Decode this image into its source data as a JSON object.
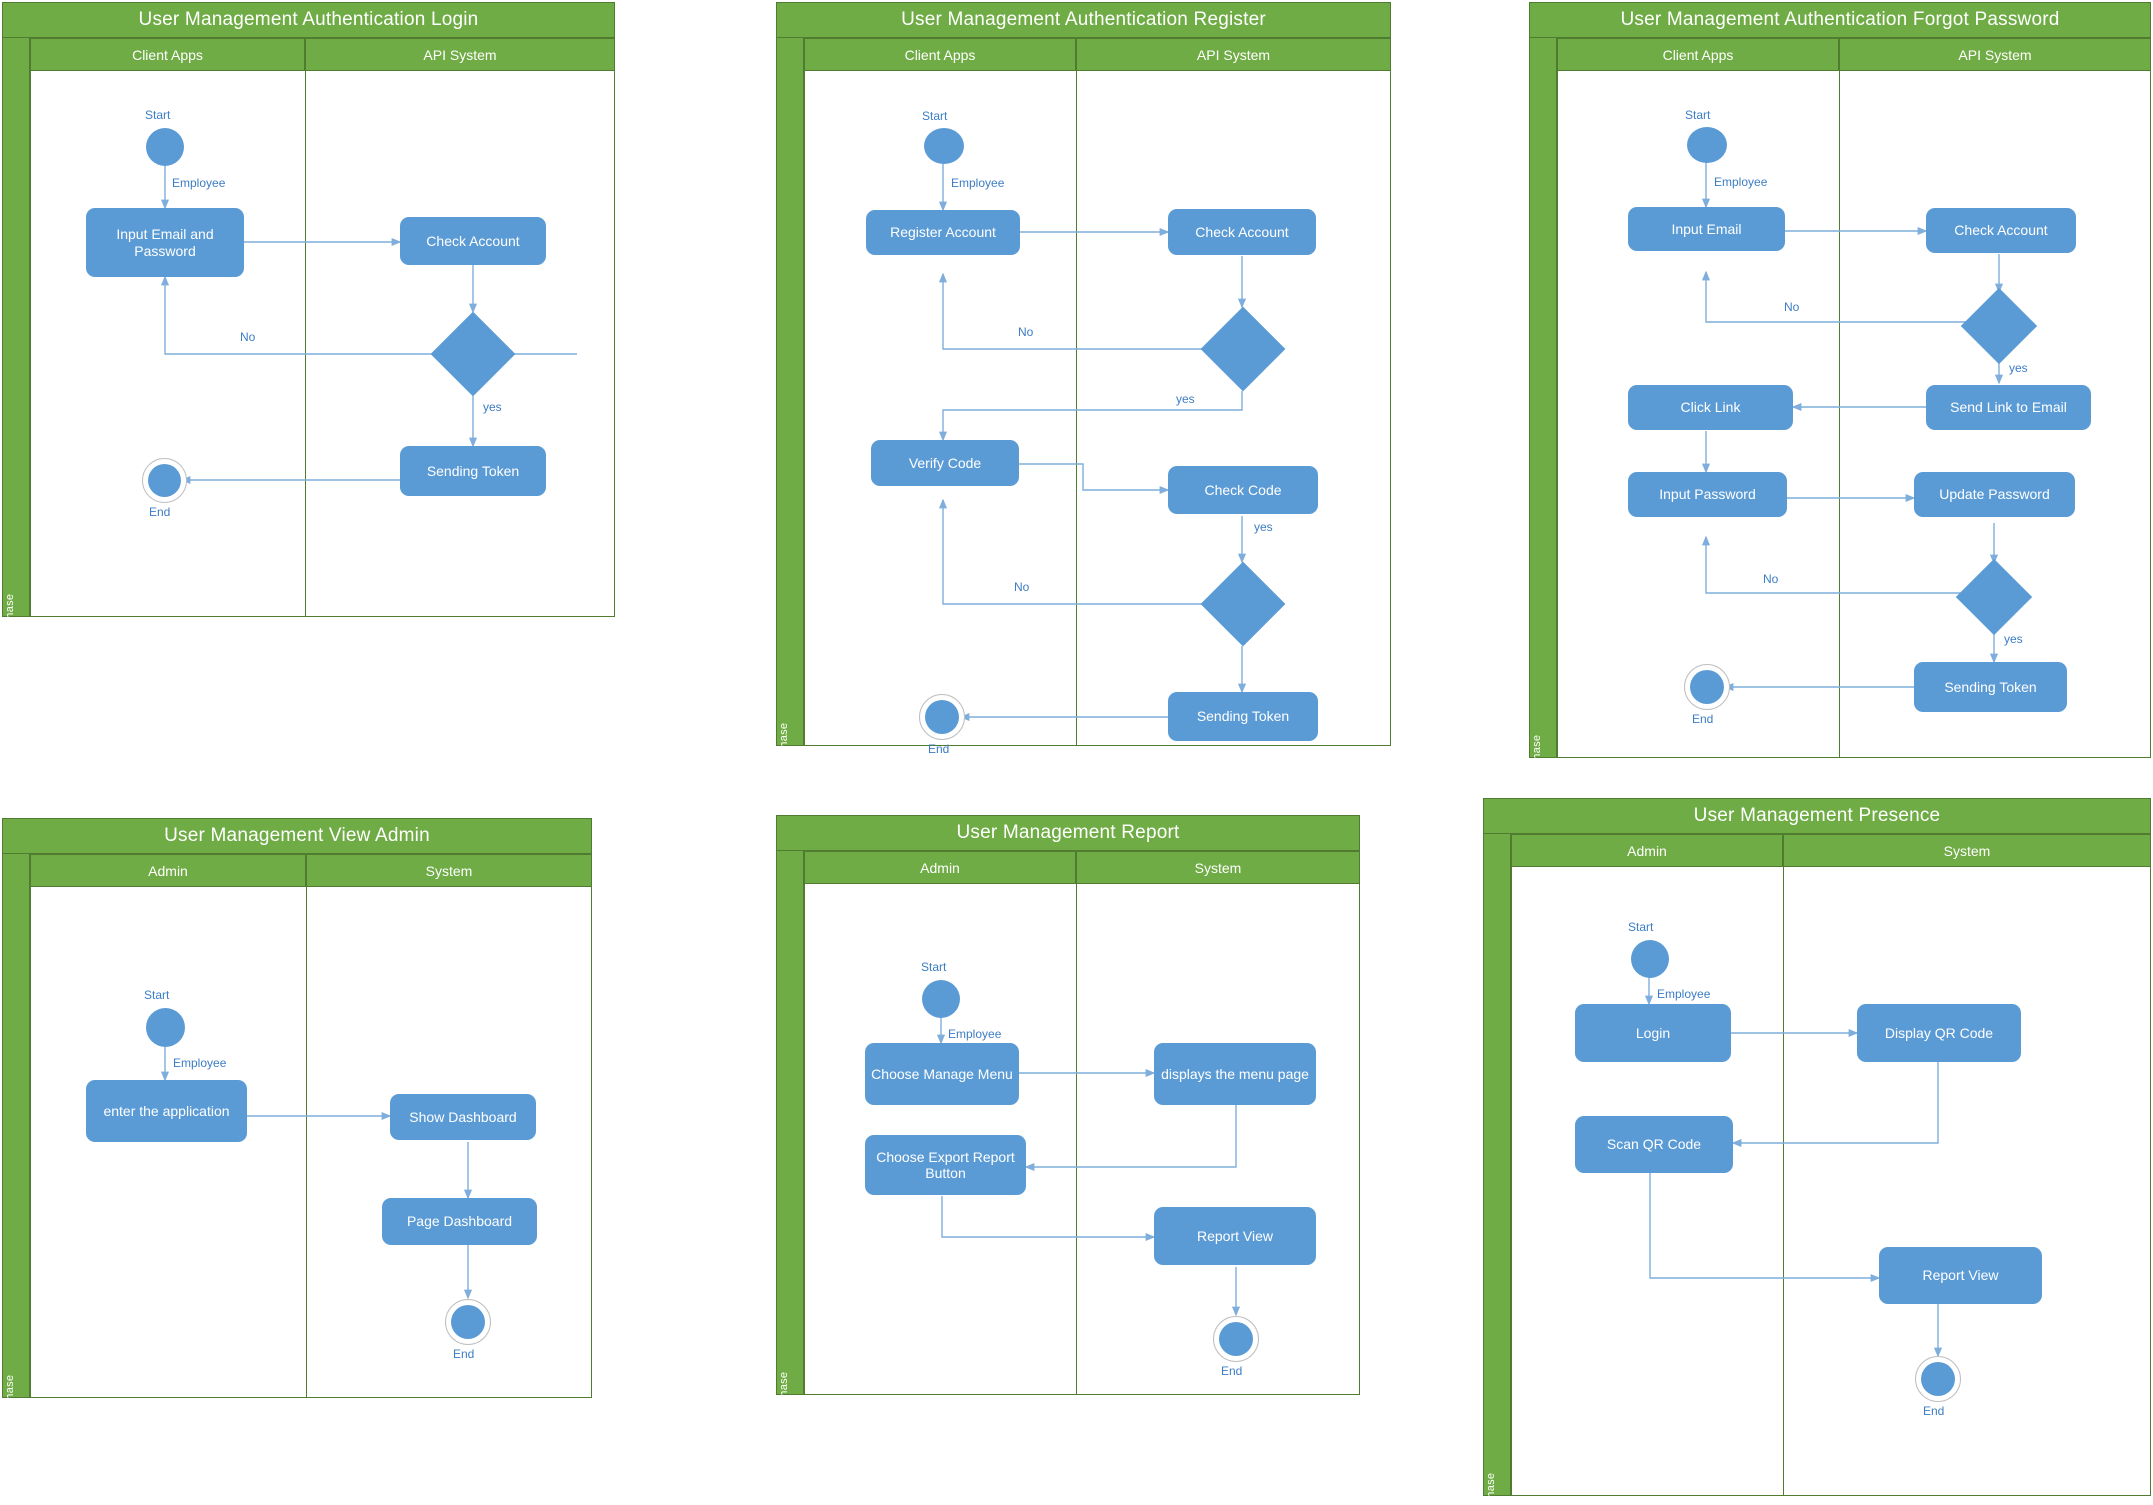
{
  "theme": {
    "green": "#6FAC45",
    "green_border": "#4f7c31",
    "blue": "#5B9BD5",
    "wire": "#7FAEDC",
    "label_blue": "#3C7DC4"
  },
  "common": {
    "phase_label": "Phase",
    "start_label": "Start",
    "end_label": "End",
    "employee_label": "Employee",
    "yes_label": "yes",
    "no_label": "No"
  },
  "diagrams": [
    {
      "id": "login",
      "title": "User Management Authentication Login",
      "lanes": [
        "Client Apps",
        "API System"
      ],
      "nodes": {
        "n1": "Input Email and Password",
        "n2": "Check Account",
        "n3": "Sending Token"
      },
      "edge_labels": {
        "e1": "Employee",
        "e2": "No",
        "e3": "yes"
      }
    },
    {
      "id": "register",
      "title": "User Management Authentication Register",
      "lanes": [
        "Client Apps",
        "API System"
      ],
      "nodes": {
        "n1": "Register Account",
        "n2": "Check Account",
        "n3": "Verify Code",
        "n4": "Check Code",
        "n5": "Sending Token"
      },
      "edge_labels": {
        "e1": "Employee",
        "e2": "No",
        "e3": "yes",
        "e4": "yes",
        "e5": "No"
      }
    },
    {
      "id": "forgot",
      "title": "User Management Authentication Forgot Password",
      "lanes": [
        "Client Apps",
        "API System"
      ],
      "nodes": {
        "n1": "Input Email",
        "n2": "Check Account",
        "n3": "Click Link",
        "n4": "Send Link to Email",
        "n5": "Input Password",
        "n6": "Update Password",
        "n7": "Sending Token"
      },
      "edge_labels": {
        "e1": "Employee",
        "e2": "No",
        "e3": "yes",
        "e4": "No",
        "e5": "yes"
      }
    },
    {
      "id": "viewadmin",
      "title": "User Management View Admin",
      "lanes": [
        "Admin",
        "System"
      ],
      "nodes": {
        "n1": "enter the application",
        "n2": "Show Dashboard",
        "n3": "Page Dashboard"
      },
      "edge_labels": {
        "e1": "Employee"
      }
    },
    {
      "id": "report",
      "title": "User Management Report",
      "lanes": [
        "Admin",
        "System"
      ],
      "nodes": {
        "n1": "Choose Manage Menu",
        "n2": "displays the menu page",
        "n3": "Choose Export Report Button",
        "n4": "Report View"
      },
      "edge_labels": {
        "e1": "Employee"
      }
    },
    {
      "id": "presence",
      "title": "User Management Presence",
      "lanes": [
        "Admin",
        "System"
      ],
      "nodes": {
        "n1": "Login",
        "n2": "Display QR Code",
        "n3": "Scan QR Code",
        "n4": "Report View"
      },
      "edge_labels": {
        "e1": "Employee"
      }
    }
  ]
}
